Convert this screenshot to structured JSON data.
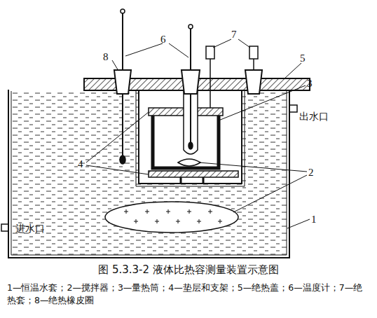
{
  "diagram": {
    "caption": "图 5.3.3-2 液体比热容测量装置示意图",
    "labels": [
      "8",
      "6",
      "7",
      "5",
      "3",
      "出水口",
      "4",
      "2",
      "1",
      "进水口",
      "1—恒温水套；2—搅拌器；3—量热筒；4—垫层和支架；5—绝热盖；6—温度计；7—绝热套；8—绝热橡皮圈"
    ]
  }
}
